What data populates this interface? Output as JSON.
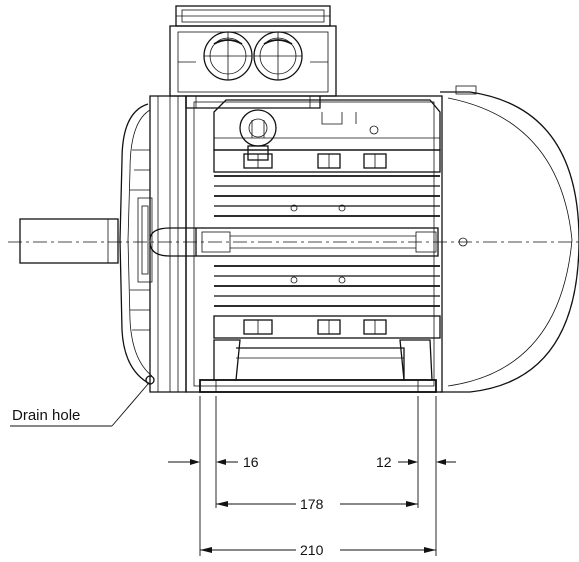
{
  "annotations": {
    "drain_hole": "Drain hole"
  },
  "dimensions": {
    "left_foot_width": "16",
    "right_foot_width": "12",
    "inner_span": "178",
    "outer_span": "210"
  }
}
